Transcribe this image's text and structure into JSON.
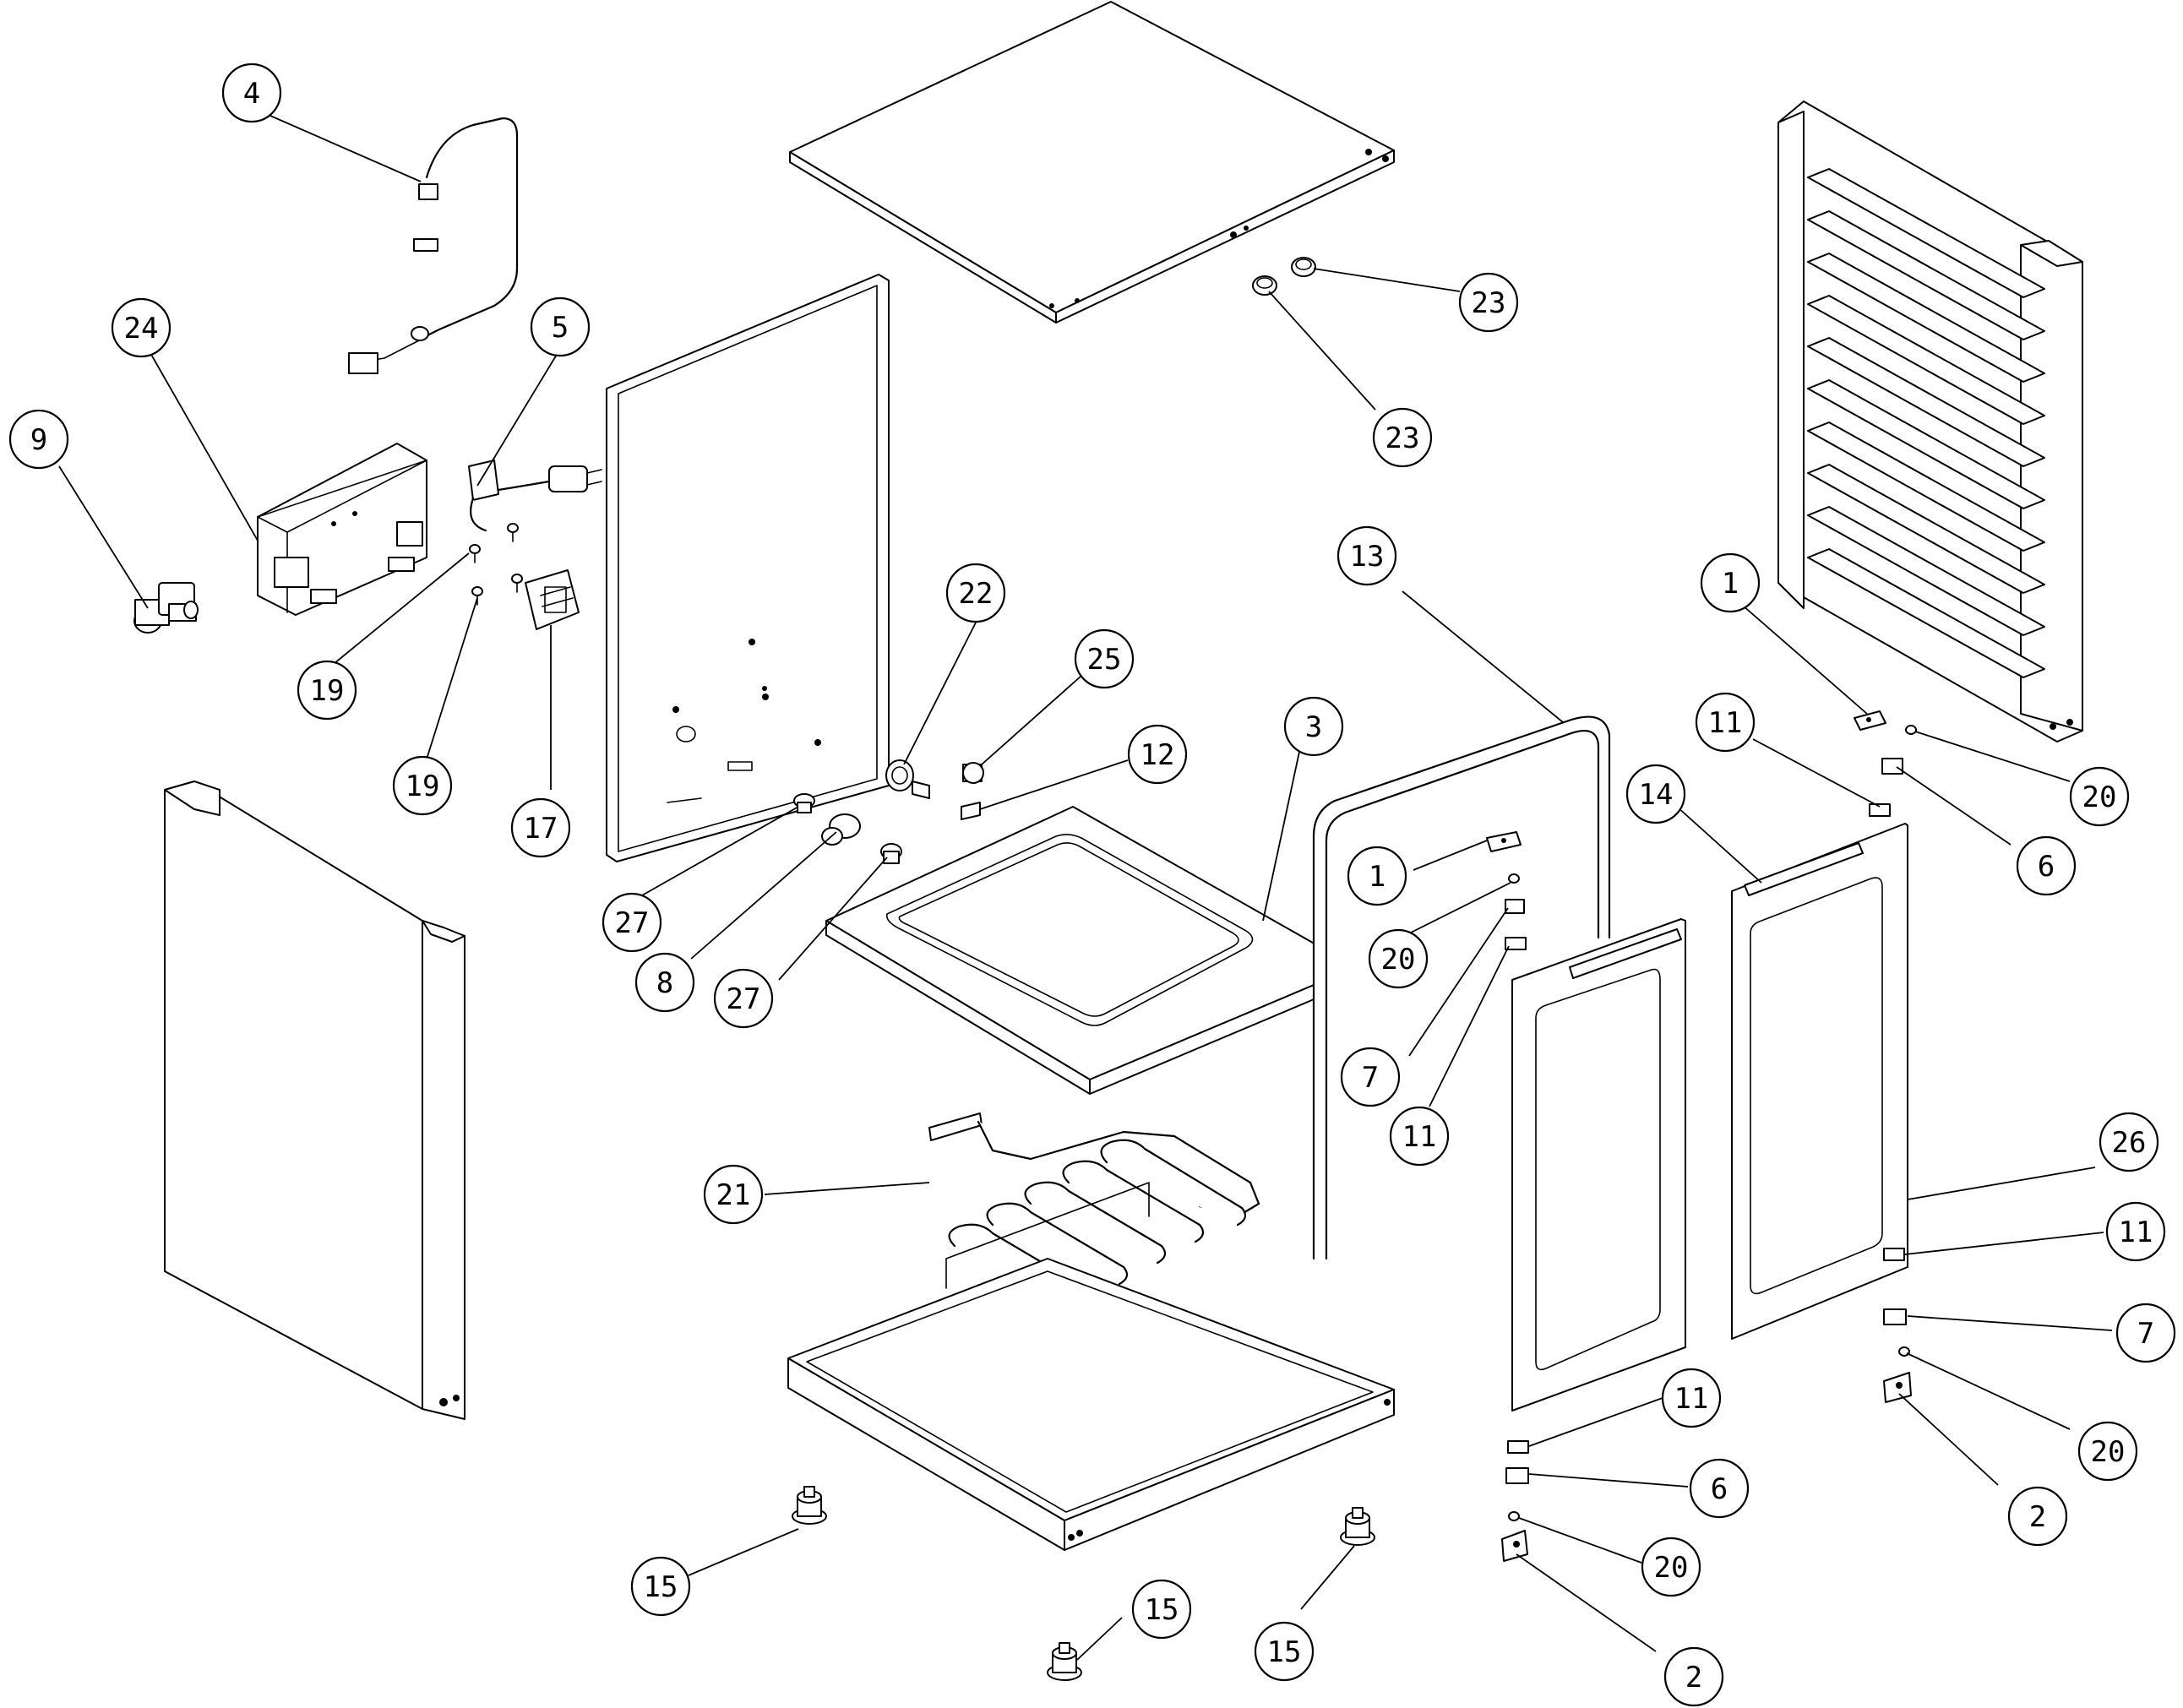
{
  "callouts": [
    {
      "id": "c-4",
      "label": "4"
    },
    {
      "id": "c-24",
      "label": "24"
    },
    {
      "id": "c-5",
      "label": "5"
    },
    {
      "id": "c-9",
      "label": "9"
    },
    {
      "id": "c-19a",
      "label": "19"
    },
    {
      "id": "c-19b",
      "label": "19"
    },
    {
      "id": "c-17",
      "label": "17"
    },
    {
      "id": "c-23a",
      "label": "23"
    },
    {
      "id": "c-23b",
      "label": "23"
    },
    {
      "id": "c-22",
      "label": "22"
    },
    {
      "id": "c-25",
      "label": "25"
    },
    {
      "id": "c-12",
      "label": "12"
    },
    {
      "id": "c-3",
      "label": "3"
    },
    {
      "id": "c-13",
      "label": "13"
    },
    {
      "id": "c-27a",
      "label": "27"
    },
    {
      "id": "c-8",
      "label": "8"
    },
    {
      "id": "c-27b",
      "label": "27"
    },
    {
      "id": "c-1a",
      "label": "1"
    },
    {
      "id": "c-20a",
      "label": "20"
    },
    {
      "id": "c-7a",
      "label": "7"
    },
    {
      "id": "c-11a",
      "label": "11"
    },
    {
      "id": "c-1b",
      "label": "1"
    },
    {
      "id": "c-20b",
      "label": "20"
    },
    {
      "id": "c-11b",
      "label": "11"
    },
    {
      "id": "c-6a",
      "label": "6"
    },
    {
      "id": "c-14",
      "label": "14"
    },
    {
      "id": "c-26",
      "label": "26"
    },
    {
      "id": "c-11c",
      "label": "11"
    },
    {
      "id": "c-7b",
      "label": "7"
    },
    {
      "id": "c-20c",
      "label": "20"
    },
    {
      "id": "c-2a",
      "label": "2"
    },
    {
      "id": "c-21",
      "label": "21"
    },
    {
      "id": "c-11d",
      "label": "11"
    },
    {
      "id": "c-6b",
      "label": "6"
    },
    {
      "id": "c-20d",
      "label": "20"
    },
    {
      "id": "c-2b",
      "label": "2"
    },
    {
      "id": "c-15a",
      "label": "15"
    },
    {
      "id": "c-15b",
      "label": "15"
    },
    {
      "id": "c-15c",
      "label": "15"
    }
  ]
}
